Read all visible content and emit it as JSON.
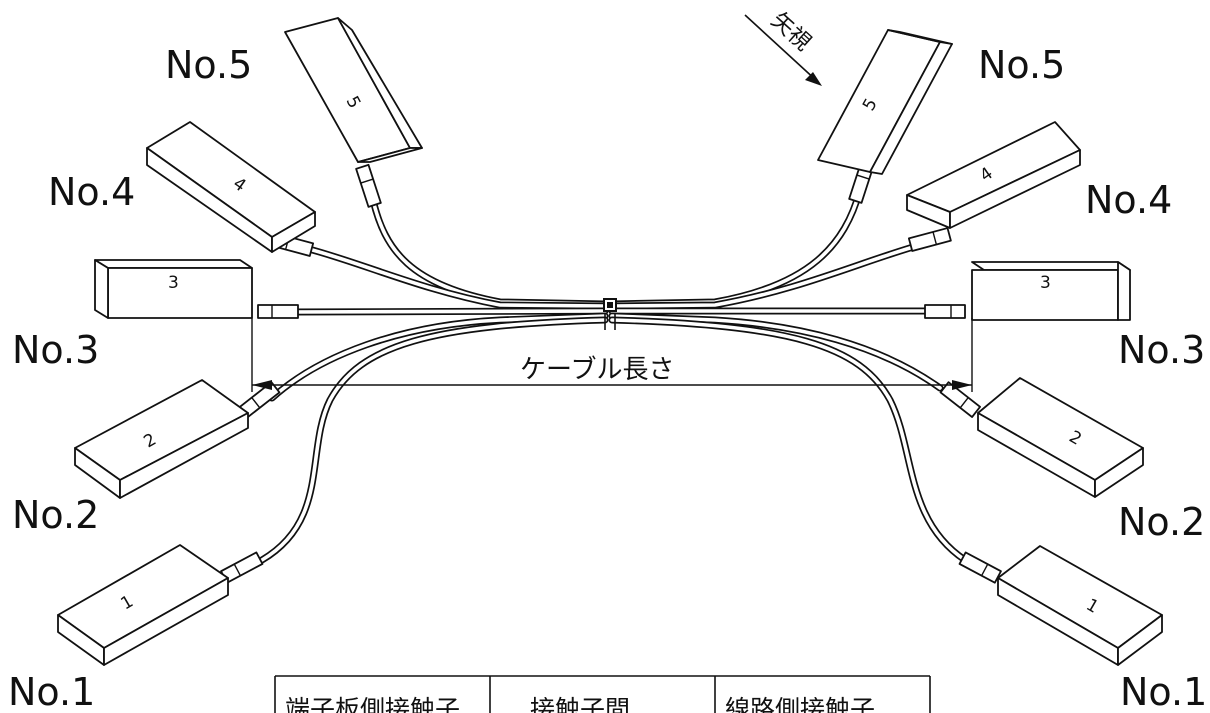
{
  "labels": {
    "left": [
      "No.1",
      "No.2",
      "No.3",
      "No.4",
      "No.5"
    ],
    "right": [
      "No.1",
      "No.2",
      "No.3",
      "No.4",
      "No.5"
    ]
  },
  "box_numbers": [
    "1",
    "2",
    "3",
    "4",
    "5"
  ],
  "cable_length_label": "ケーブル長さ",
  "view_direction_label": "矢視",
  "table_headers": [
    "端子板側接触子",
    "接触子間",
    "線路側接触子"
  ]
}
